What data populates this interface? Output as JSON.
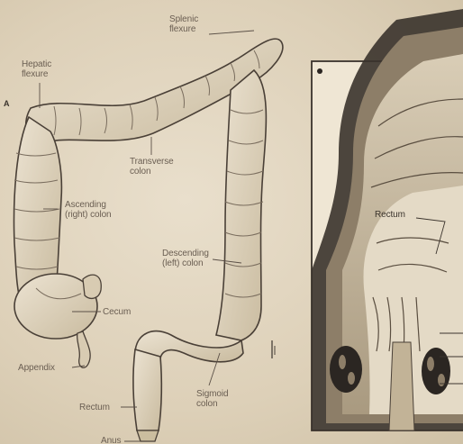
{
  "panel_a": {
    "letter": "A",
    "labels": {
      "splenic_flexure": "Splenic\nflexure",
      "hepatic_flexure": "Hepatic\nflexure",
      "transverse_colon": "Transverse\ncolon",
      "ascending_colon": "Ascending\n(right) colon",
      "descending_colon": "Descending\n(left) colon",
      "cecum": "Cecum",
      "appendix": "Appendix",
      "rectum": "Rectum",
      "sigmoid_colon": "Sigmoid\ncolon",
      "anus": "Anus"
    }
  },
  "panel_b": {
    "labels": {
      "rectum": "Rectum"
    }
  },
  "colors": {
    "paper": "#e2d6c1",
    "ink": "#4a4037",
    "label": "#6a5e52",
    "section_dark": "#3a332c"
  }
}
